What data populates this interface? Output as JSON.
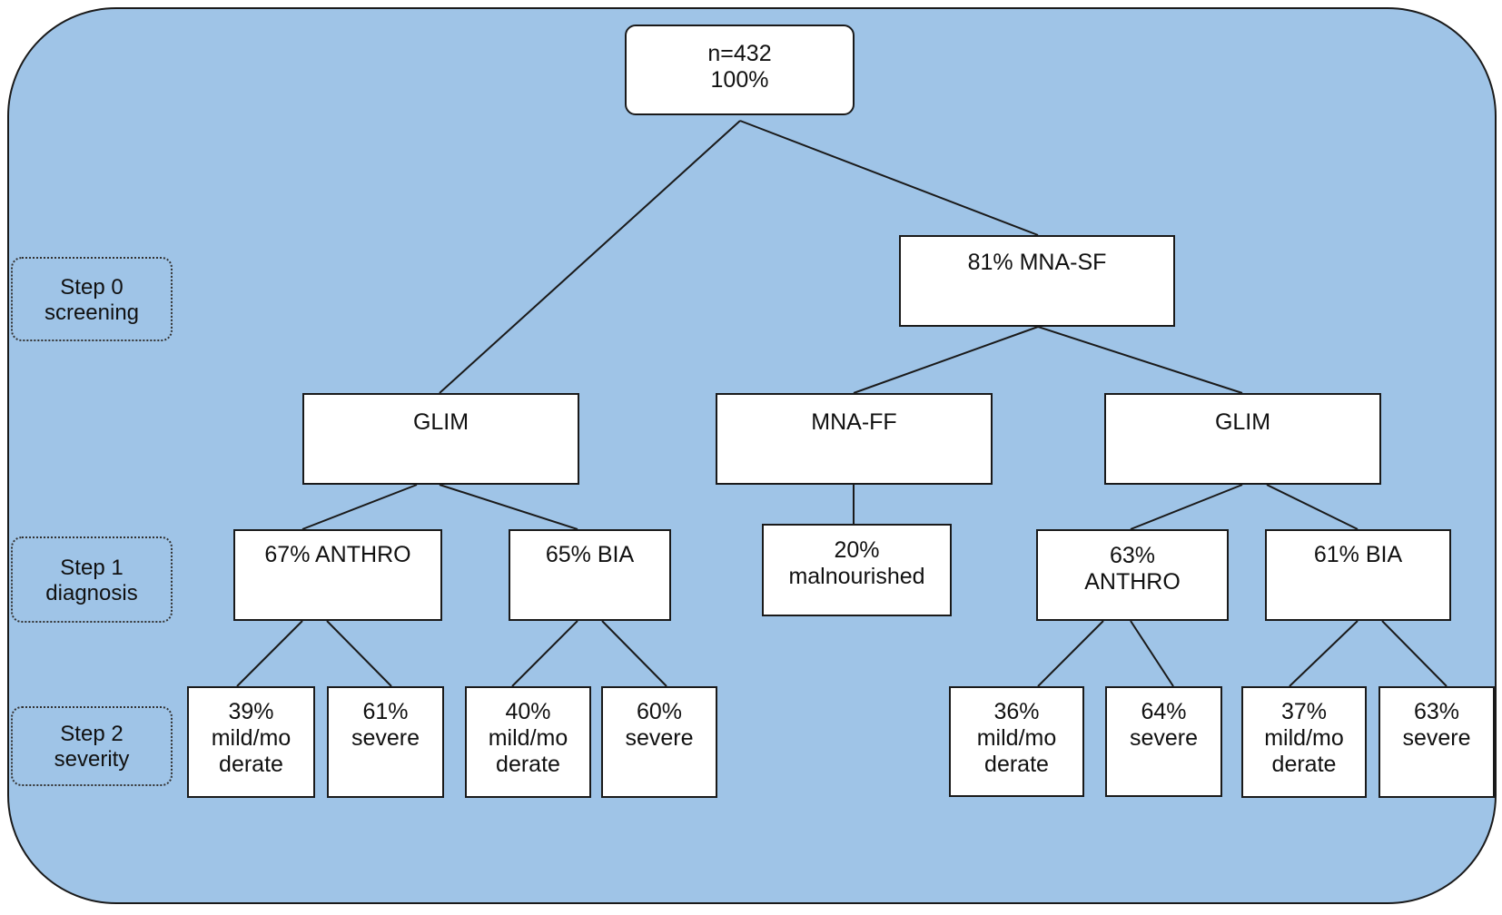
{
  "step_labels": {
    "step0": "Step 0\nscreening",
    "step1": "Step 1\ndiagnosis",
    "step2": "Step 2\nseverity"
  },
  "nodes": {
    "root": "n=432\n100%",
    "mna_sf": "81% MNA-SF",
    "glim_left": "GLIM",
    "mna_ff": "MNA-FF",
    "glim_right": "GLIM",
    "anthro_left": "67% ANTHRO",
    "bia_left": "65% BIA",
    "malnourished": "20%\nmalnourished",
    "anthro_right": "63%\nANTHRO",
    "bia_right": "61% BIA",
    "l_anthro_mild": "39%\nmild/mo\nderate",
    "l_anthro_severe": "61%\nsevere",
    "l_bia_mild": "40%\nmild/mo\nderate",
    "l_bia_severe": "60%\nsevere",
    "r_anthro_mild": "36%\nmild/mo\nderate",
    "r_anthro_severe": "64%\nsevere",
    "r_bia_mild": "37%\nmild/mo\nderate",
    "r_bia_severe": "63%\nsevere"
  },
  "colors": {
    "background": "#9fc4e7",
    "box_fill": "#ffffff",
    "line": "#1a1a1a"
  }
}
